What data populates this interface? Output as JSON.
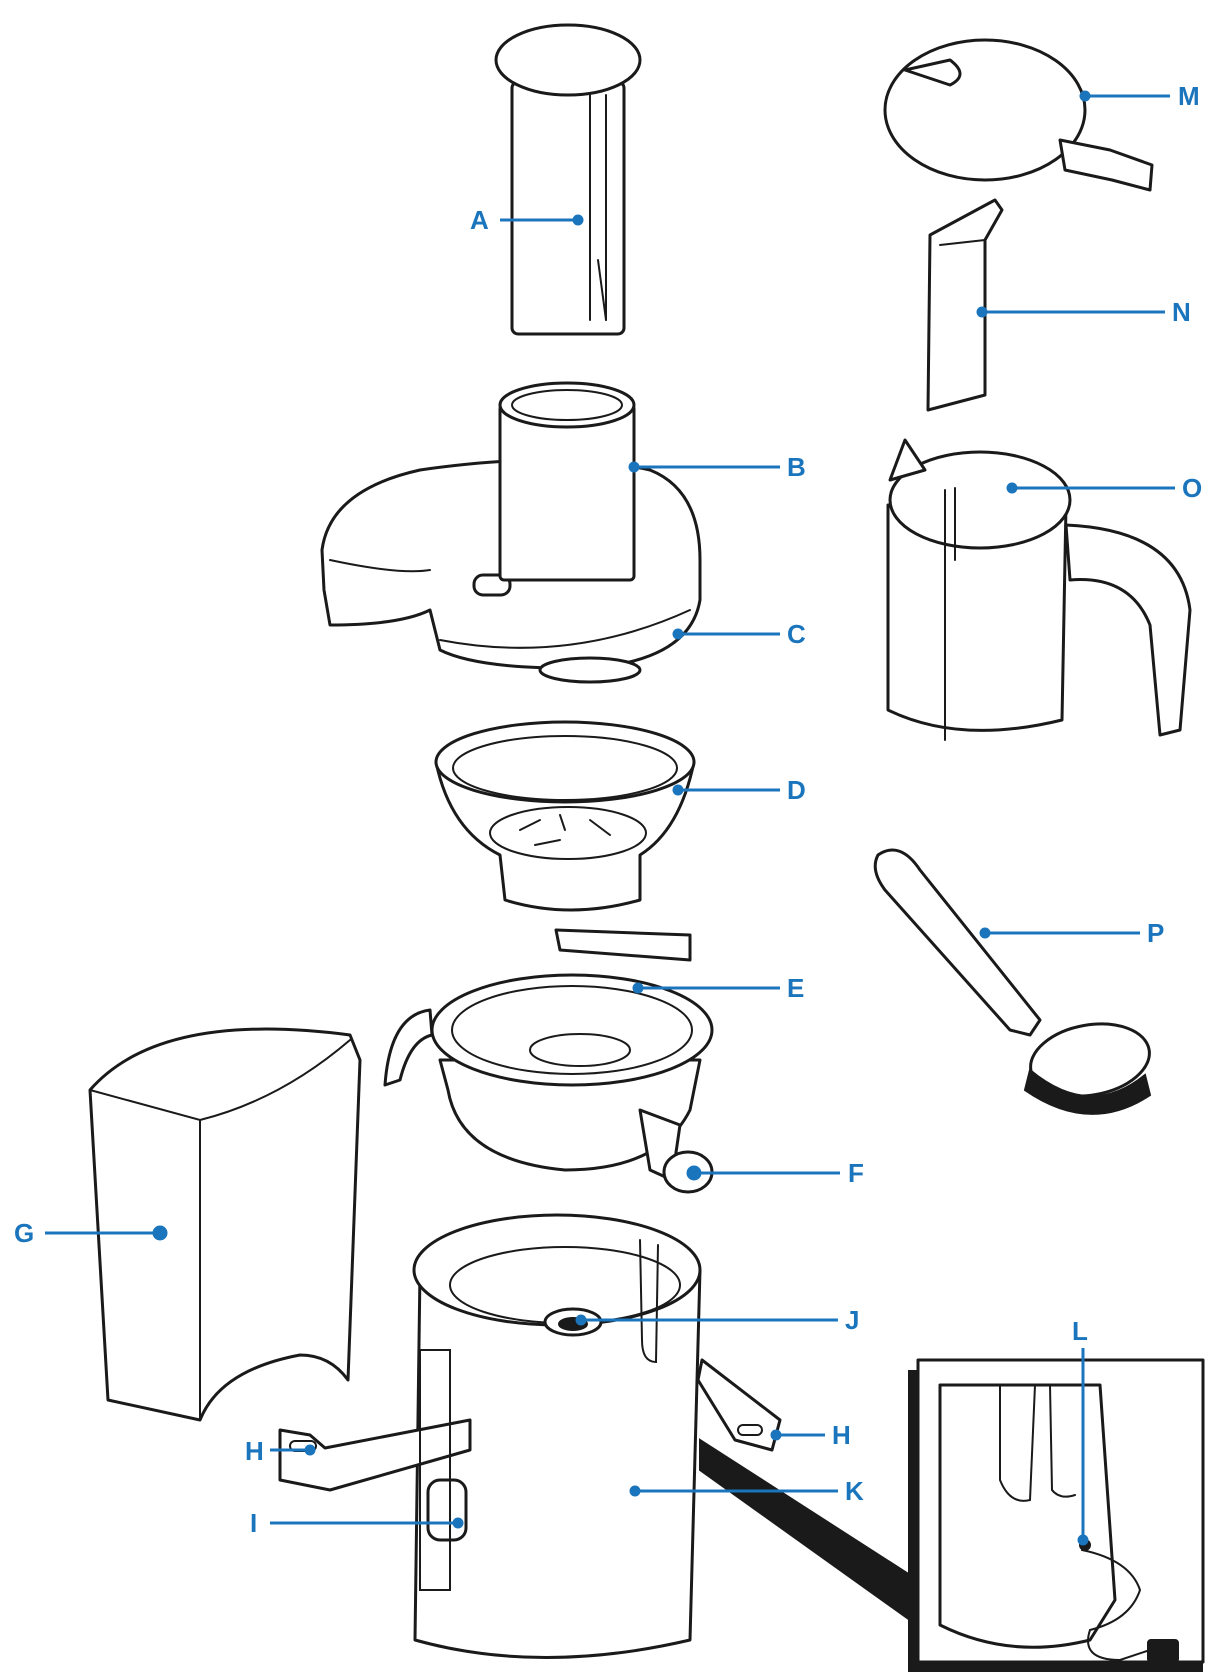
{
  "accent_color": "#1b75bc",
  "line_color": "#1a1a1a",
  "callouts": {
    "A": "A",
    "B": "B",
    "C": "C",
    "D": "D",
    "E": "E",
    "F": "F",
    "G": "G",
    "H": "H",
    "I": "I",
    "J": "J",
    "K": "K",
    "L": "L",
    "M": "M",
    "N": "N",
    "O": "O",
    "P": "P"
  }
}
